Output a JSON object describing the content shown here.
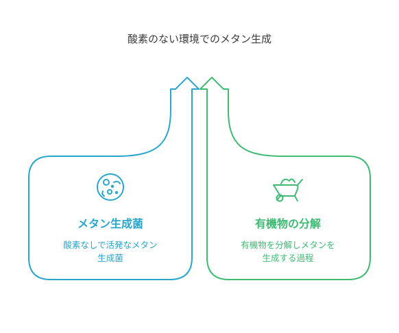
{
  "title": "酸素のない環境でのメタン生成",
  "colors": {
    "left": "#2aa6cc",
    "right": "#3fba73",
    "title_text": "#3a3a3a"
  },
  "cards": [
    {
      "icon": "microbe-icon",
      "title": "メタン生成菌",
      "desc_lines": [
        "酸素なしで活発なメタン",
        "生成菌"
      ]
    },
    {
      "icon": "wheelbarrow-icon",
      "title": "有機物の分解",
      "desc_lines": [
        "有機物を分解しメタンを",
        "生成する過程"
      ]
    }
  ]
}
